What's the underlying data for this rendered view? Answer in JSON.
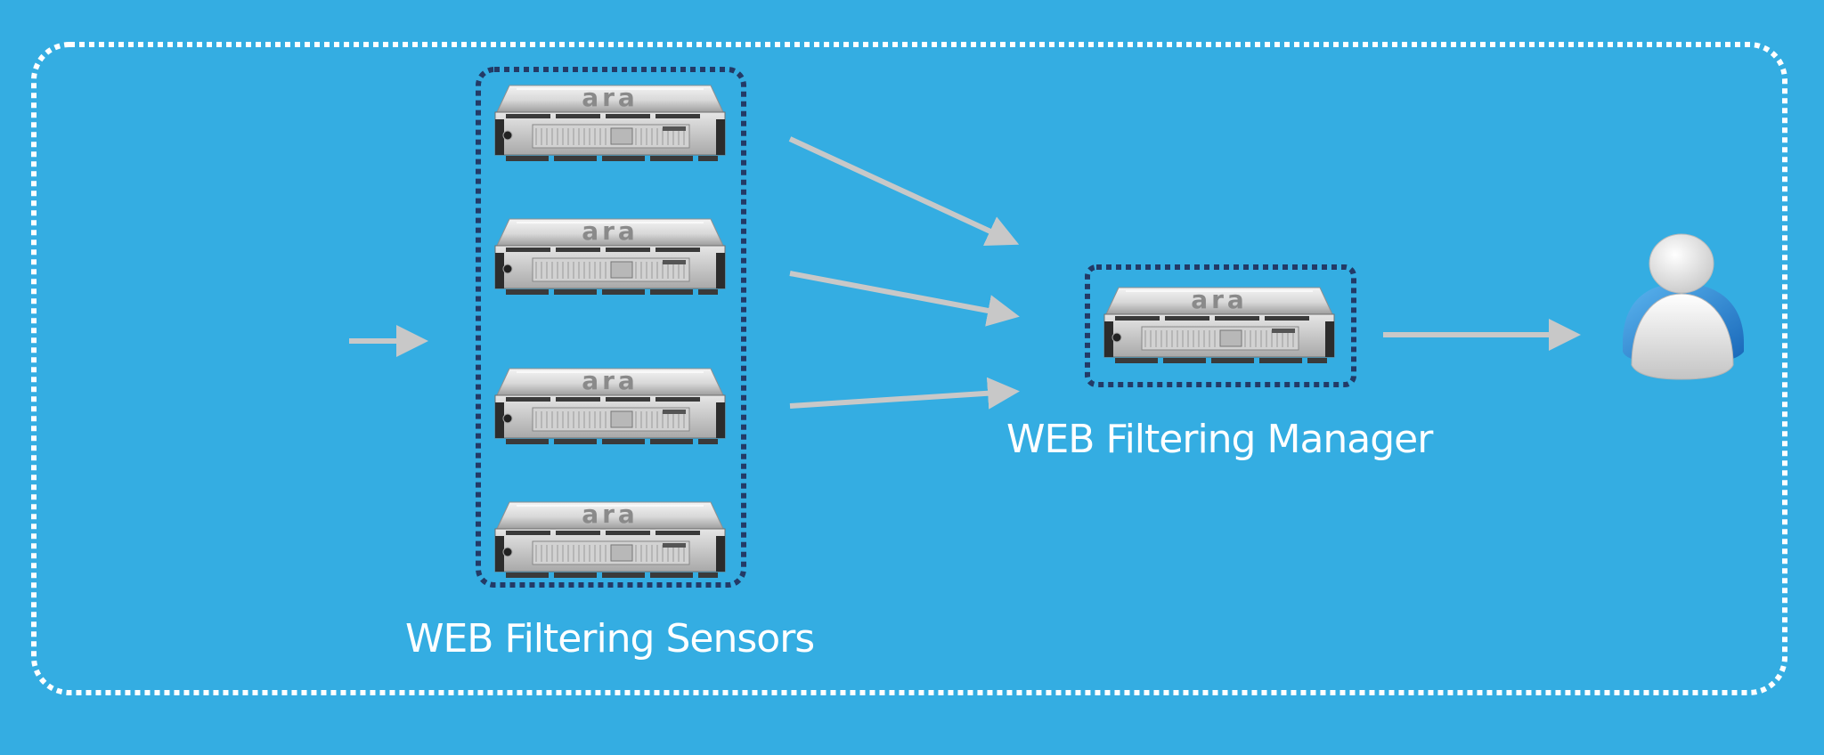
{
  "labels": {
    "sensors": "WEB Filtering Sensors",
    "manager": "WEB Filtering Manager"
  },
  "server": {
    "brand": "ara"
  },
  "colors": {
    "background": "#34ade2",
    "outer_border": "#ffffff",
    "group_border": "#233a66",
    "arrow": "#c8c8c8",
    "text": "#ffffff"
  },
  "icons": {
    "server": "rack-server-icon",
    "user": "user-icon"
  }
}
